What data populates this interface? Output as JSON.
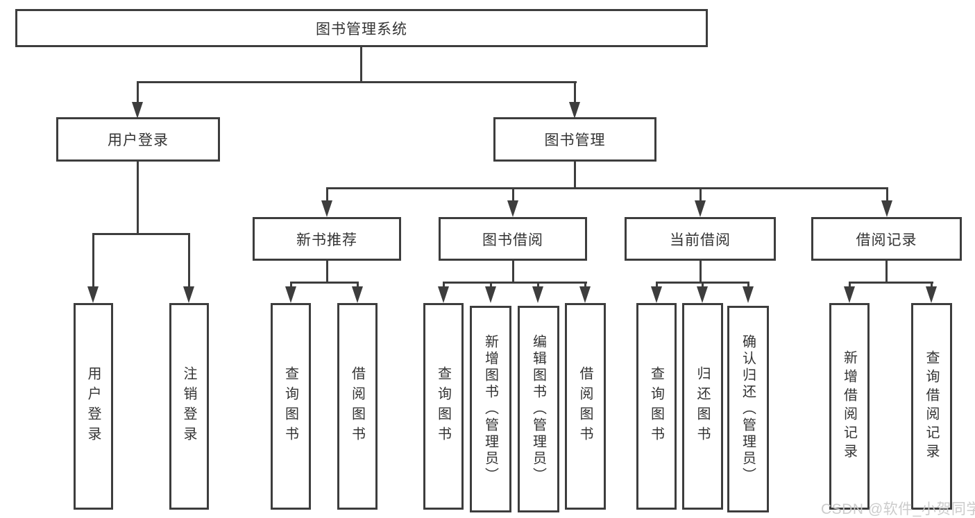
{
  "diagram": {
    "root": "图书管理系统",
    "user_login": {
      "label": "用户登录",
      "children": {
        "login": "用户登录",
        "logout": "注销登录"
      }
    },
    "book_mgmt": {
      "label": "图书管理",
      "new_books": {
        "label": "新书推荐",
        "children": {
          "query": "查询图书",
          "borrow": "借阅图书"
        }
      },
      "book_borrow": {
        "label": "图书借阅",
        "children": {
          "query": "查询图书",
          "add": "新增图书（管理员）",
          "edit": "编辑图书（管理员）",
          "borrow": "借阅图书"
        }
      },
      "current_borrow": {
        "label": "当前借阅",
        "children": {
          "query": "查询图书",
          "return": "归还图书",
          "confirm": "确认归还（管理员）"
        }
      },
      "borrow_records": {
        "label": "借阅记录",
        "children": {
          "add": "新增借阅记录",
          "query": "查询借阅记录"
        }
      }
    }
  },
  "watermark": {
    "text": "CSDN @软件_小贺同学"
  },
  "colors": {
    "line": "#3d3d3d",
    "text": "#333333",
    "background": "#ffffff",
    "watermark": "#c9c9c9"
  }
}
